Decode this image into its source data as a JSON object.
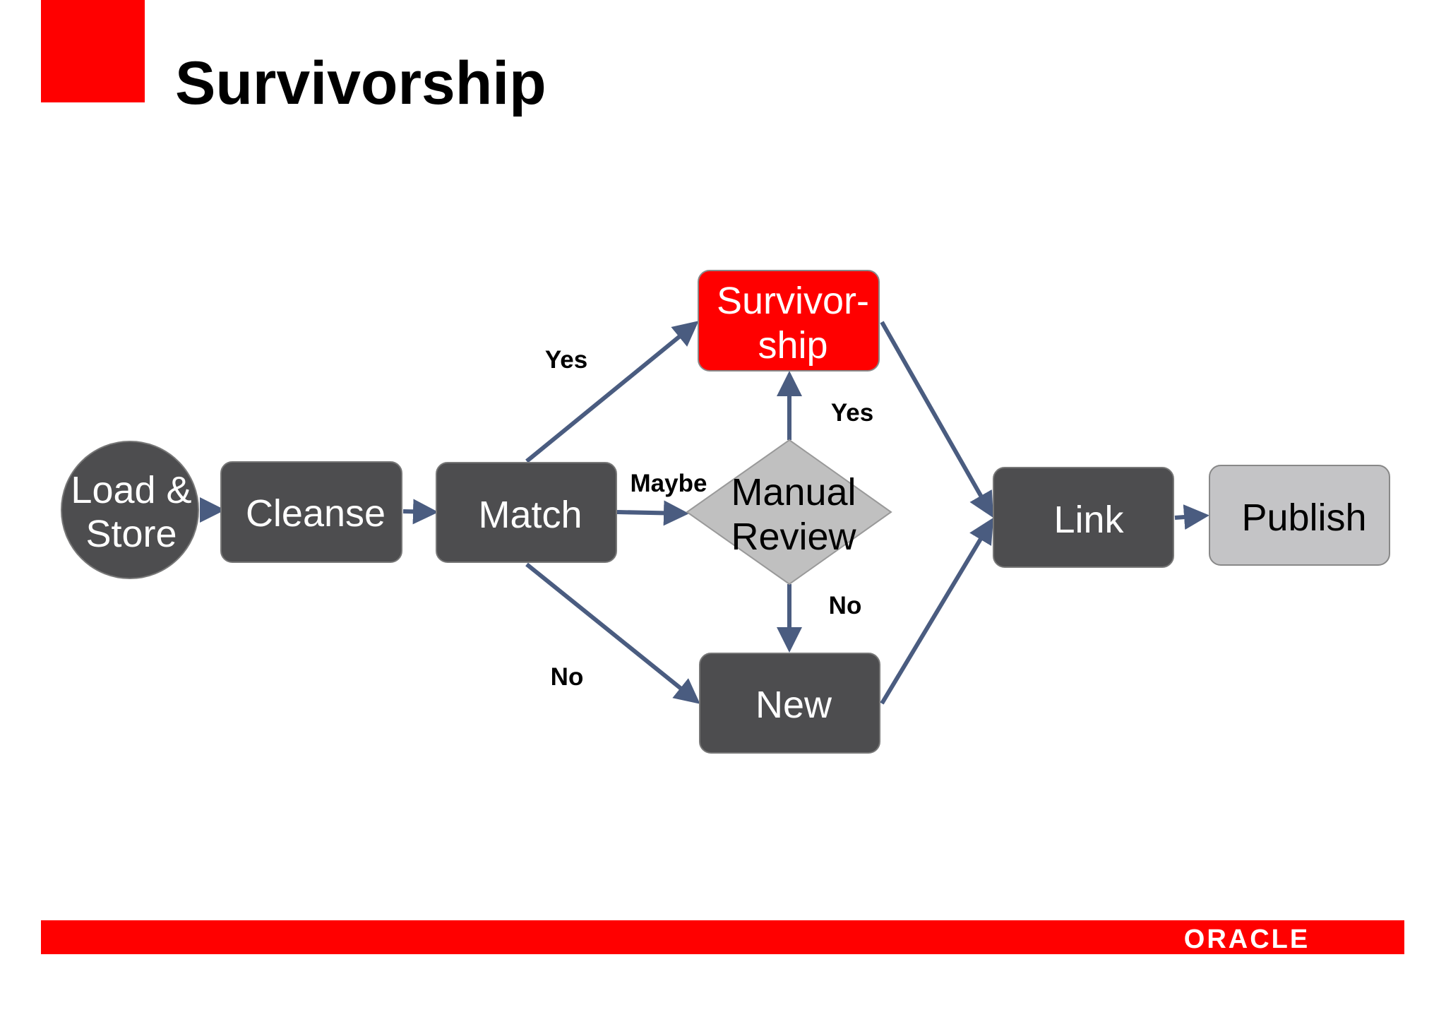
{
  "slide": {
    "title": "Survivorship",
    "logo": "ORACLE"
  },
  "colors": {
    "brand_red": "#ff0000",
    "process_dark": "#4d4d4f",
    "publish_gray": "#c4c4c6",
    "decision_gray": "#c0c0c0",
    "arrow": "#4a5c80"
  },
  "nodes": {
    "load_store": {
      "line1": "Load &",
      "line2": "Store"
    },
    "cleanse": {
      "label": "Cleanse"
    },
    "match": {
      "label": "Match"
    },
    "survivorship": {
      "line1": "Survivor-",
      "line2": "ship"
    },
    "manual_review": {
      "line1": "Manual",
      "line2": "Review"
    },
    "new": {
      "label": "New"
    },
    "link": {
      "label": "Link"
    },
    "publish": {
      "label": "Publish"
    }
  },
  "edges": {
    "match_yes": "Yes",
    "match_maybe": "Maybe",
    "match_no": "No",
    "review_yes": "Yes",
    "review_no": "No"
  }
}
